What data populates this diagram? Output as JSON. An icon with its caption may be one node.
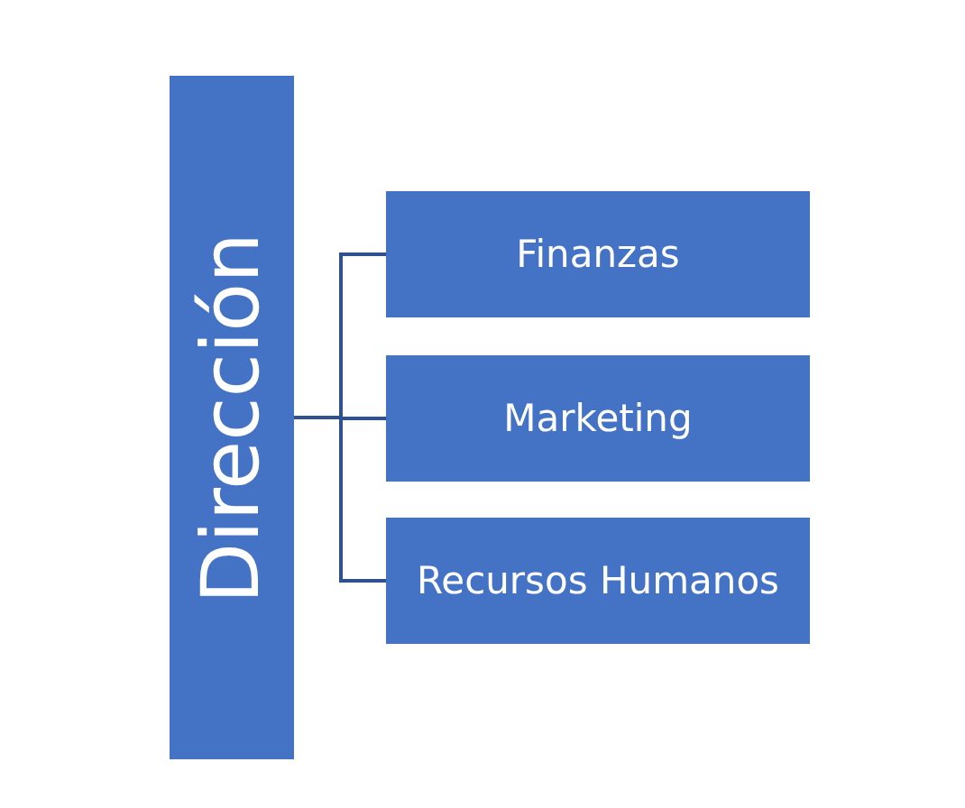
{
  "diagram": {
    "nodes": [
      {
        "text": [
          "Dirección"
        ]
      },
      {
        "text": [
          "Finanzas"
        ]
      },
      {
        "text": [
          "Marketing"
        ]
      },
      {
        "text": [
          "Recursos Humanos"
        ]
      }
    ],
    "edges": [
      {
        "from": 0,
        "to": 1,
        "arrow": "none"
      },
      {
        "from": 0,
        "to": 2,
        "arrow": "none"
      },
      {
        "from": 0,
        "to": 3,
        "arrow": "none"
      }
    ]
  }
}
